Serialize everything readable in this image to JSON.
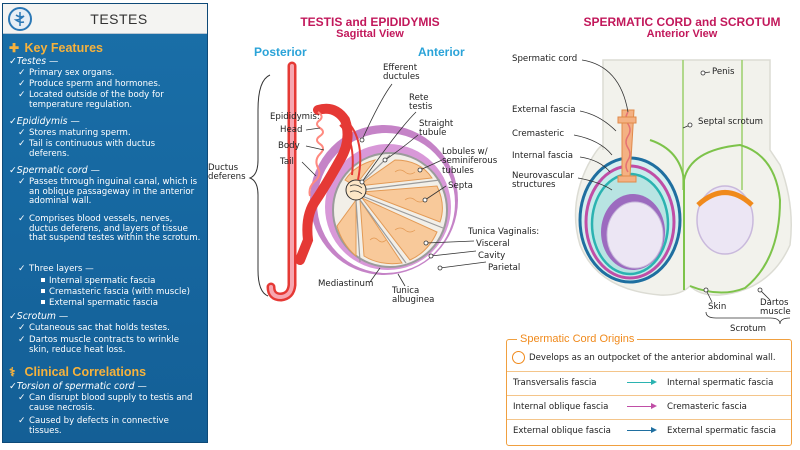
{
  "left_panel": {
    "title": "TESTES",
    "key_features": {
      "heading": "Key Features",
      "testes": {
        "label": "Testes —",
        "items": [
          "Primary sex organs.",
          "Produce sperm and hormones.",
          "Located outside of the body for temperature regulation."
        ]
      },
      "epididymis": {
        "label": "Epididymis —",
        "items": [
          "Stores maturing sperm.",
          "Tail is continuous with ductus deferens."
        ]
      },
      "spermatic_cord": {
        "label": "Spermatic cord —",
        "items": [
          "Passes through inguinal canal, which is an oblique passageway in the anterior adominal wall.",
          "Comprises blood vessels, nerves, ductus deferens, and layers of tissue that suspend testes within the scrotum.",
          "Three layers —"
        ],
        "layers": [
          "Internal spermatic fascia",
          "Cremasteric fascia (with muscle)",
          "External spermatic fascia"
        ]
      },
      "scrotum": {
        "label": "Scrotum —",
        "items": [
          "Cutaneous sac that holds testes.",
          "Dartos muscle contracts to wrinkle skin, reduce heat loss."
        ]
      }
    },
    "clinical": {
      "heading": "Clinical Correlations",
      "torsion": {
        "label": "Torsion of spermatic cord —",
        "items": [
          "Can disrupt blood supply to testis and cause necrosis.",
          "Caused by defects in connective tissues."
        ]
      }
    }
  },
  "testis_diagram": {
    "title": "TESTIS and EPIDIDYMIS",
    "subtitle": "Sagittal View",
    "posterior": "Posterior",
    "anterior": "Anterior",
    "labels": {
      "efferent": "Efferent ductules",
      "rete": "Rete testis",
      "epididymis": "Epididymis:",
      "head": "Head",
      "body": "Body",
      "tail": "Tail",
      "straight": "Straight tubule",
      "lobules": "Lobules w/ seminiferous tubules",
      "ductus": "Ductus deferens",
      "septa": "Septa",
      "tunica_vag": "Tunica Vaginalis:",
      "visceral": "Visceral",
      "cavity": "Cavity",
      "parietal": "Parietal",
      "mediastinum": "Mediastinum",
      "albuginea": "Tunica albuginea"
    }
  },
  "scrotum_diagram": {
    "title": "SPERMATIC CORD and SCROTUM",
    "subtitle": "Anterior View",
    "labels": {
      "cord": "Spermatic cord",
      "penis": "Penis",
      "ext_fascia": "External fascia",
      "septal": "Septal scrotum",
      "cremasteric": "Cremasteric",
      "int_fascia": "Internal fascia",
      "neuro": "Neurovascular structures",
      "skin": "Skin",
      "dartos": "Dartos muscle",
      "scrotum": "Scrotum"
    }
  },
  "origins": {
    "title": "Spermatic Cord  Origins",
    "description": "Develops as an outpocket of the anterior abdominal wall.",
    "rows": [
      {
        "source": "Transversalis fascia",
        "target": "Internal spermatic fascia",
        "color": "#2bb3b1"
      },
      {
        "source": "Internal oblique fascia",
        "target": "Cremasteric fascia",
        "color": "#c04ea6"
      },
      {
        "source": "External oblique fascia",
        "target": "External spermatic fascia",
        "color": "#1f6fa0"
      }
    ]
  }
}
